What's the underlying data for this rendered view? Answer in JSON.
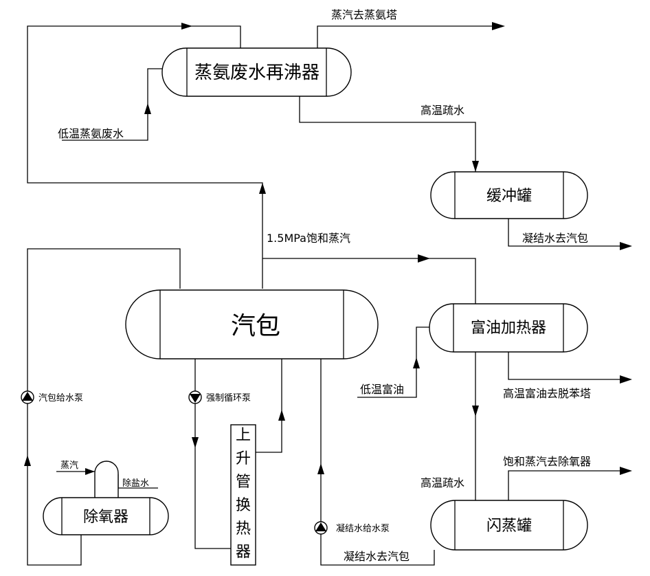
{
  "vessels": {
    "reboiler": "蒸氨废水再沸器",
    "buffer_tank": "缓冲罐",
    "steam_drum": "汽包",
    "rich_oil_heater": "富油加热器",
    "flash_tank": "闪蒸罐",
    "deaerator": "除氧器",
    "riser_hx": [
      "上",
      "升",
      "管",
      "换",
      "热",
      "器"
    ]
  },
  "streams": {
    "steam_to_tower": "蒸汽去蒸氨塔",
    "low_temp_wastewater": "低温蒸氨废水",
    "high_temp_drain_1": "高温疏水",
    "condensate_to_drum_1": "凝结水去汽包",
    "saturated_steam": "1.5MPa饱和蒸汽",
    "low_temp_rich_oil": "低温富油",
    "high_temp_rich_oil": "高温富油去脱苯塔",
    "sat_steam_to_deaerator": "饱和蒸汽去除氧器",
    "high_temp_drain_2": "高温疏水",
    "steam_in": "蒸汽",
    "demin_water": "除盐水",
    "condensate_to_drum_2": "凝结水去汽包"
  },
  "pumps": {
    "drum_feed_pump": "汽包给水泵",
    "forced_circ_pump": "强制循环泵",
    "condensate_feed_pump": "凝结水给水泵"
  }
}
